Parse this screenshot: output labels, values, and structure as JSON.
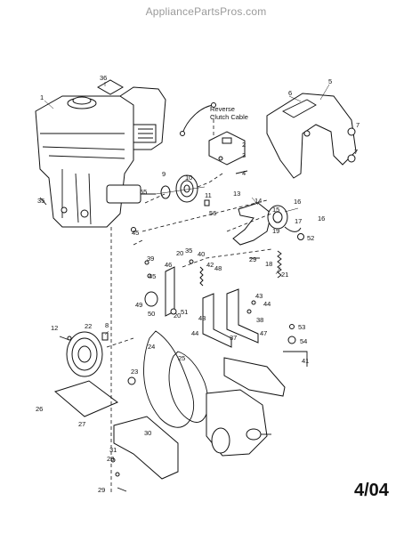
{
  "header": {
    "watermark": "AppliancePartsPros.com"
  },
  "footer": {
    "date_code": "4/04"
  },
  "callouts": {
    "cable": [
      "Reverse",
      "Clutch Cable"
    ]
  },
  "part_numbers": {
    "p1": "1",
    "p2": "2",
    "p3": "3",
    "p4": "4",
    "p5": "5",
    "p6": "6",
    "p7a": "7",
    "p7b": "7",
    "p8": "8",
    "p9": "9",
    "p10": "10",
    "p11": "11",
    "p12": "12",
    "p13": "13",
    "p14": "14",
    "p15": "15",
    "p16a": "16",
    "p16b": "16",
    "p17": "17",
    "p18": "18",
    "p19": "19",
    "p20a": "20",
    "p20b": "20",
    "p21": "21",
    "p22": "22",
    "p23": "23",
    "p24": "24",
    "p25": "25",
    "p26": "26",
    "p27": "27",
    "p28": "28",
    "p29a": "29",
    "p29b": "29",
    "p30": "30",
    "p31": "31",
    "p35a": "35",
    "p35b": "35",
    "p36": "36",
    "p37": "37",
    "p38": "38",
    "p39": "39",
    "p40": "40",
    "p41": "41",
    "p42": "42",
    "p43a": "43",
    "p43b": "43",
    "p44a": "44",
    "p44b": "44",
    "p45a": "45",
    "p45b": "45",
    "p46": "46",
    "p47": "47",
    "p48": "48",
    "p49": "49",
    "p50": "50",
    "p51": "51",
    "p52": "52",
    "p53": "53",
    "p54": "54",
    "p55": "55",
    "p56": "56"
  }
}
